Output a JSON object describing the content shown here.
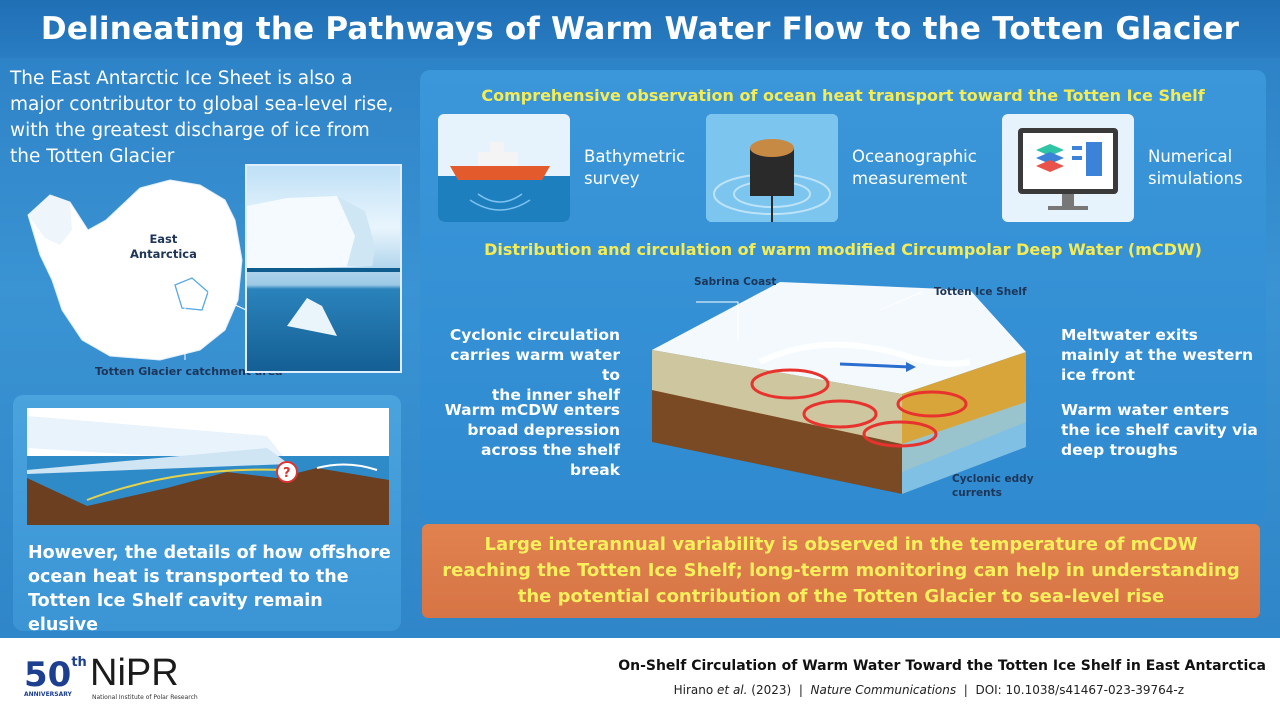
{
  "title": "Delineating the Pathways of Warm Water Flow to the Totten Glacier",
  "intro_text": "The East Antarctic Ice Sheet is also a major contributor to global sea-level rise, with the greatest discharge of ice from the Totten Glacier",
  "map": {
    "region_label_1": "East",
    "region_label_2": "Antarctica",
    "catchment_label": "Totten Glacier catchment area"
  },
  "left_panel": {
    "question_mark": "?",
    "text": "However, the details of how offshore ocean heat is transported to the Totten Ice Shelf cavity remain elusive"
  },
  "right_panel": {
    "heading_top": "Comprehensive observation of ocean heat transport toward the Totten Ice Shelf",
    "methods": [
      {
        "label_1": "Bathymetric",
        "label_2": "survey",
        "icon": "ship-icon"
      },
      {
        "label_1": "Oceanographic",
        "label_2": "measurement",
        "icon": "mooring-icon"
      },
      {
        "label_1": "Numerical",
        "label_2": "simulations",
        "icon": "computer-icon"
      }
    ],
    "heading_mid": "Distribution and circulation of warm modified Circumpolar Deep Water (mCDW)",
    "diagram_labels": {
      "sabrina": "Sabrina Coast",
      "totten": "Totten Ice Shelf",
      "eddy_1": "Cyclonic eddy",
      "eddy_2": "currents"
    },
    "callouts": {
      "left_top": [
        "Cyclonic circulation",
        "carries warm water to",
        "the inner shelf"
      ],
      "left_bottom": [
        "Warm mCDW enters",
        "broad depression",
        "across the shelf break"
      ],
      "right_top": [
        "Meltwater exits",
        "mainly at the western",
        "ice front"
      ],
      "right_bottom": [
        "Warm water enters",
        "the ice shelf cavity via",
        "deep troughs"
      ]
    }
  },
  "banner": "Large interannual variability is observed in the temperature of mCDW reaching the Totten Ice Shelf; long-term monitoring can help in understanding the potential contribution of the Totten Glacier to sea-level rise",
  "footer": {
    "logo_number": "50",
    "logo_suffix": "th",
    "logo_ribbon": "ANNIVERSARY",
    "org": "NiPR",
    "org_sub": "National Institute of Polar Research",
    "paper_title": "On-Shelf Circulation of Warm Water Toward the Totten Ice Shelf in East Antarctica",
    "authors": "Hirano",
    "etal": "et al.",
    "year": "(2023)",
    "sep": "|",
    "journal": "Nature Communications",
    "doi": "DOI: 10.1038/s41467-023-39764-z"
  },
  "colors": {
    "title_bar": "#1f6fb5",
    "background": "#3a93d3",
    "heading_yellow": "#f5ec55",
    "banner_orange": "#d97746",
    "warm_arrow": "#e8322d"
  }
}
